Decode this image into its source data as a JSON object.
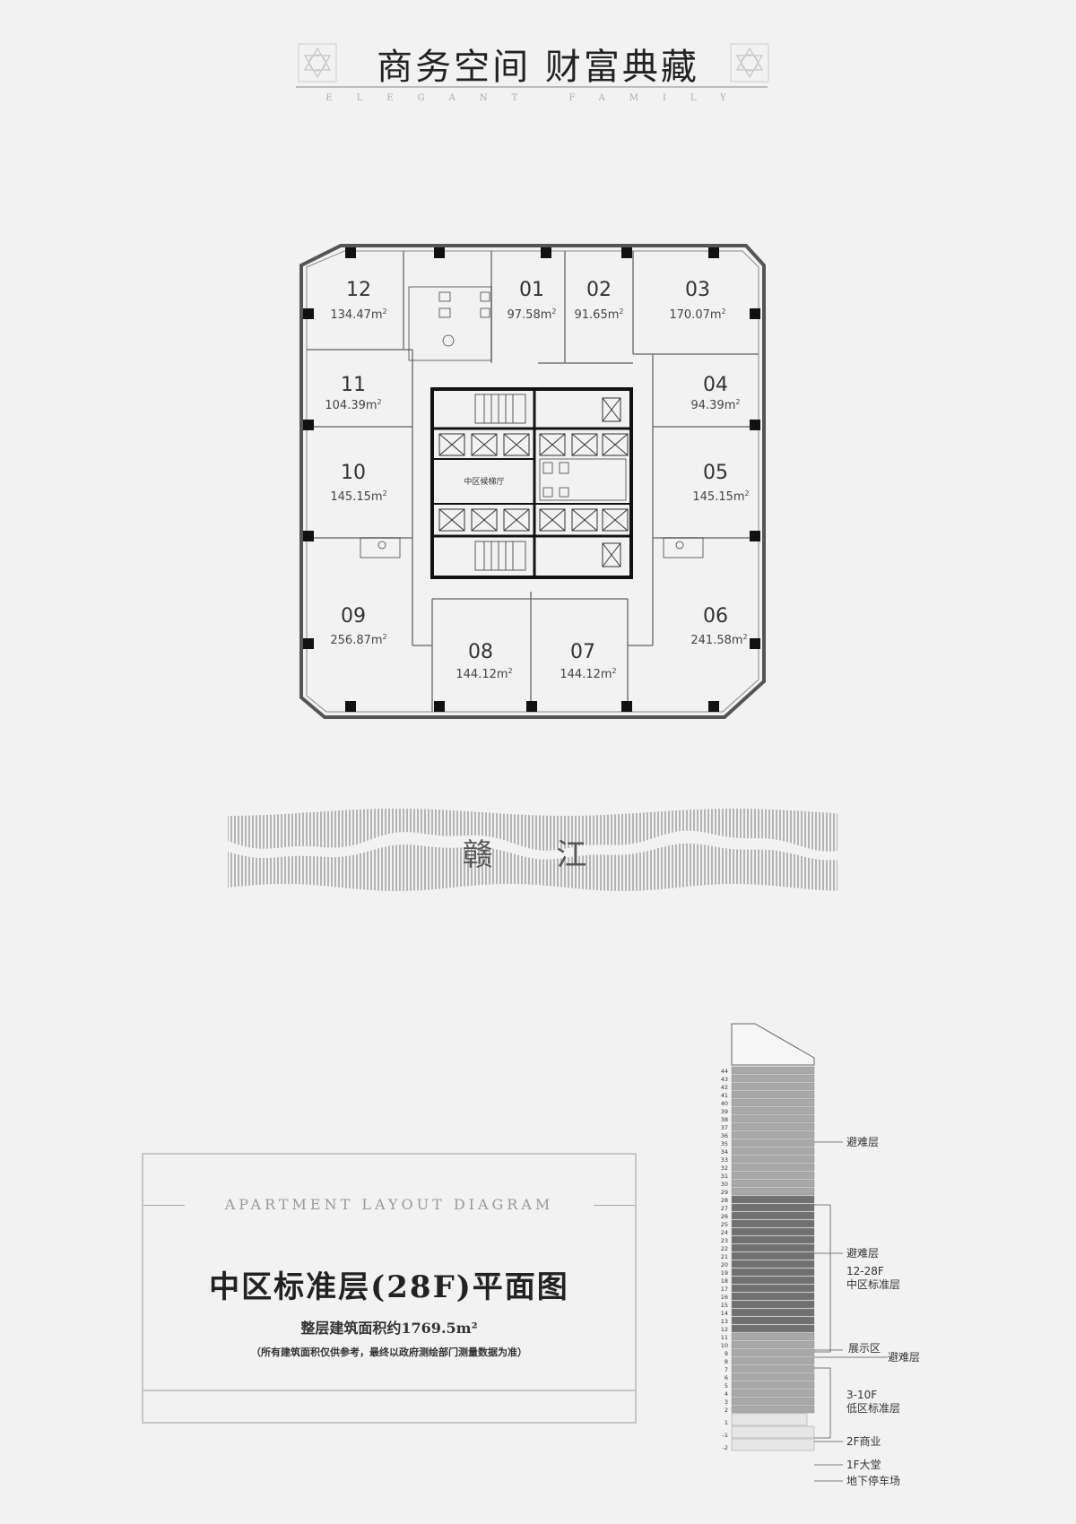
{
  "header": {
    "title": "商务空间  财富典藏",
    "subtitle": "ELEGANT FAMILY"
  },
  "floorplan": {
    "lobby_label": "中区候梯厅",
    "units": [
      {
        "no": "12",
        "area": "134.47m"
      },
      {
        "no": "01",
        "area": "97.58m"
      },
      {
        "no": "02",
        "area": "91.65m"
      },
      {
        "no": "03",
        "area": "170.07m"
      },
      {
        "no": "11",
        "area": "104.39m"
      },
      {
        "no": "04",
        "area": "94.39m"
      },
      {
        "no": "10",
        "area": "145.15m"
      },
      {
        "no": "05",
        "area": "145.15m"
      },
      {
        "no": "09",
        "area": "256.87m"
      },
      {
        "no": "08",
        "area": "144.12m"
      },
      {
        "no": "07",
        "area": "144.12m"
      },
      {
        "no": "06",
        "area": "241.58m"
      }
    ],
    "area_superscript": "2"
  },
  "river": {
    "label": "赣 江"
  },
  "card": {
    "subtitle": "APARTMENT LAYOUT DIAGRAM",
    "title": "中区标准层(28F)平面图",
    "area": "整层建筑面积约1769.5m²",
    "note": "（所有建筑面积仅供参考，最终以政府测绘部门测量数据为准）"
  },
  "tower": {
    "floor_numbers": [
      "44",
      "43",
      "42",
      "41",
      "40",
      "39",
      "38",
      "37",
      "36",
      "35",
      "34",
      "33",
      "32",
      "31",
      "30",
      "29",
      "28",
      "27",
      "26",
      "25",
      "24",
      "23",
      "22",
      "21",
      "20",
      "19",
      "18",
      "17",
      "16",
      "15",
      "14",
      "13",
      "12",
      "11",
      "10",
      "9",
      "8",
      "7",
      "6",
      "5",
      "4",
      "3",
      "2",
      "1",
      "-1",
      "-2"
    ],
    "labels": {
      "refuge_35": "避难层",
      "refuge_23": "避难层",
      "mid_zone_range": "12-28F",
      "mid_zone": "中区标准层",
      "showroom": "展示区",
      "refuge_11": "避难层",
      "low_zone_range": "3-10F",
      "low_zone": "低区标准层",
      "commercial": "2F商业",
      "lobby": "1F大堂",
      "parking": "地下停车场"
    }
  }
}
